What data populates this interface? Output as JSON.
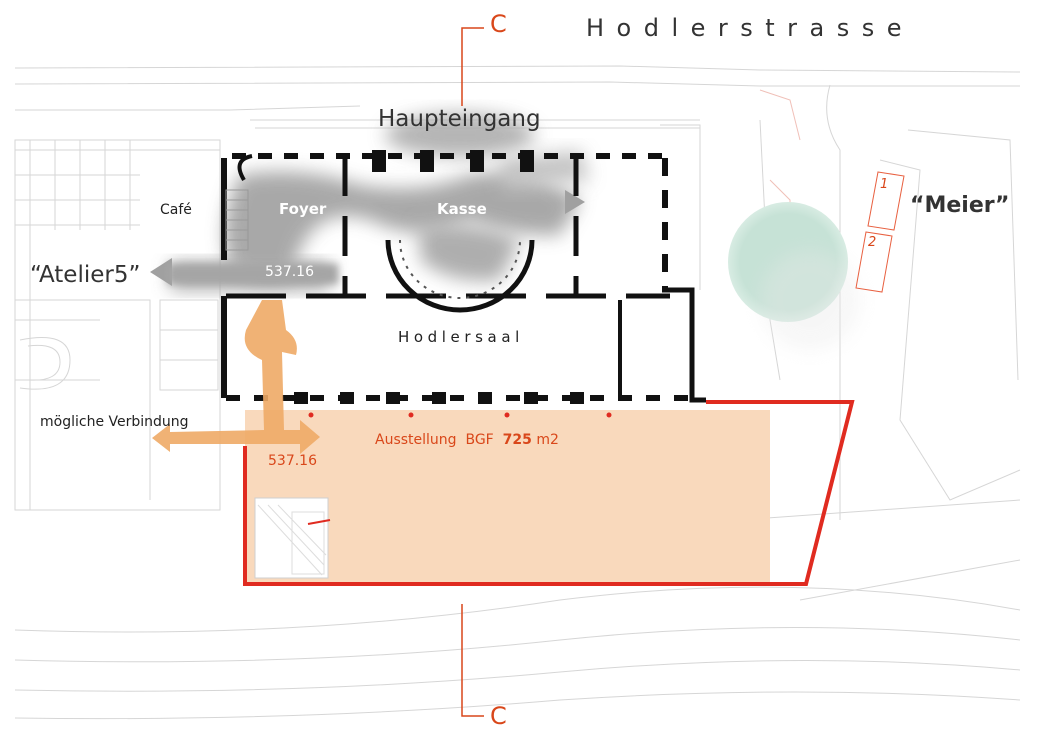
{
  "street_name": "Hodlerstrasse",
  "section_marker": "C",
  "labels": {
    "main_entrance": "Haupteingang",
    "foyer": "Foyer",
    "ticket_desk": "Kasse",
    "cafe": "Café",
    "atelier5": "“Atelier5”",
    "meier": "“Meier”",
    "hall": "Hodlersaal",
    "possible_connection": "mögliche Verbindung"
  },
  "elevations": {
    "foyer_level": "537.16",
    "exhibition_level": "537.16"
  },
  "exhibition": {
    "label": "Ausstellung",
    "bgf_label": "BGF",
    "area_value": "725",
    "area_unit": "m2"
  },
  "parking_numbers": [
    "1",
    "2"
  ],
  "colors": {
    "accent_red": "#e02b20",
    "label_orange": "#d9471a",
    "exhibition_fill": "#f9d9bc",
    "arrow_orange": "#eeaa66",
    "flow_grey": "#9a9a9a",
    "meier_circle": "#c6e2d6",
    "plan_lines": "#cfcfcf"
  }
}
